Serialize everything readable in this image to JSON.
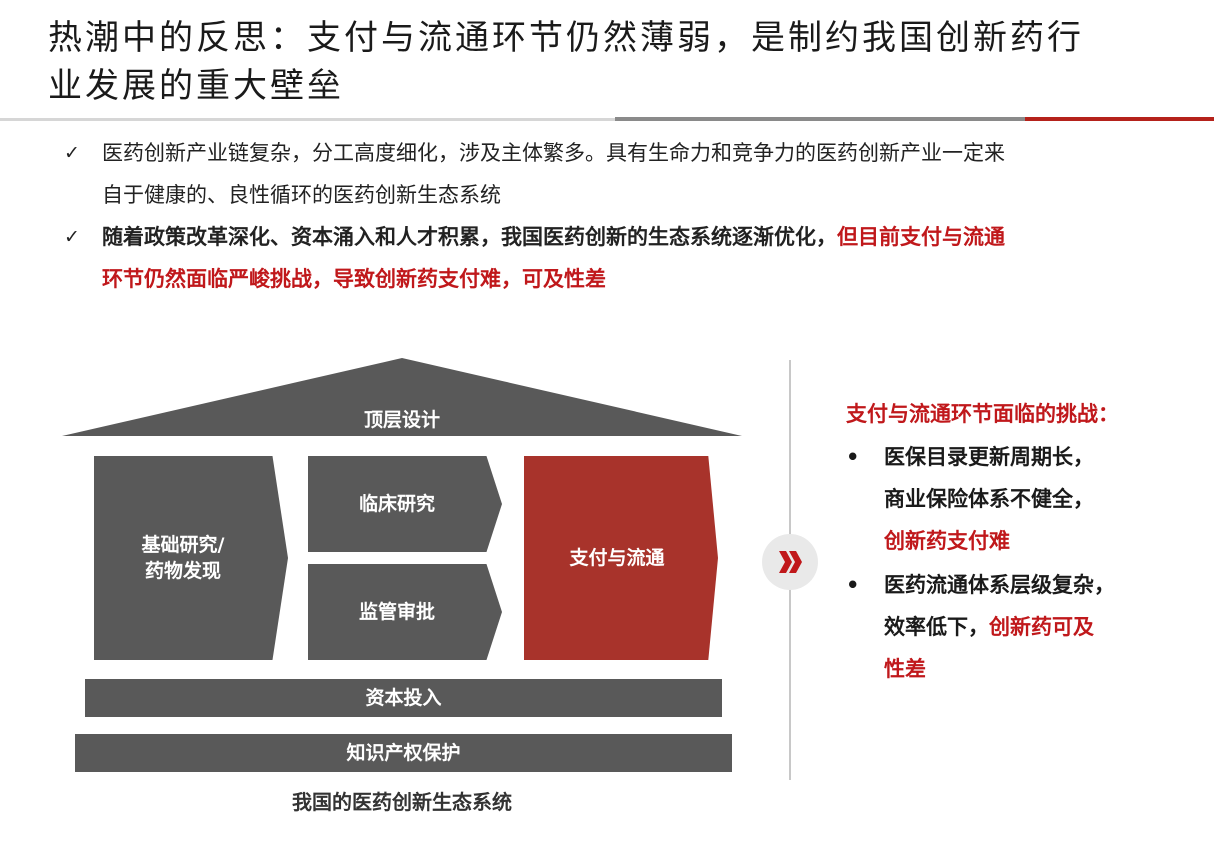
{
  "title": {
    "line1": "热潮中的反思：支付与流通环节仍然薄弱，是制约我国创新药行",
    "line2": "业发展的重大壁垒"
  },
  "bullets": [
    {
      "icon": "check-icon",
      "line1": "医药创新产业链复杂，分工高度细化，涉及主体繁多。具有生命力和竞争力的医药创新产业一定来",
      "line2": "自于健康的、良性循环的医药创新生态系统"
    },
    {
      "icon": "check-icon",
      "normal": "随着政策改革深化、资本涌入和人才积累，我国医药创新的生态系统逐渐优化，",
      "highlight1": "但目前支付与流通",
      "highlight2": "环节仍然面临严峻挑战，导致创新药支付难，可及性差"
    }
  ],
  "diagram": {
    "roof": "顶层设计",
    "basic_research_line1": "基础研究/",
    "basic_research_line2": "药物发现",
    "clinical": "临床研究",
    "regulatory": "监管审批",
    "payment": "支付与流通",
    "capital": "资本投入",
    "ip": "知识产权保护",
    "caption": "我国的医药创新生态系统",
    "colors": {
      "dark": "#595959",
      "red": "#a8332b"
    }
  },
  "challenges": {
    "heading": "支付与流通环节面临的挑战：",
    "items": [
      {
        "line1": "医保目录更新周期长，",
        "line2": "商业保险体系不健全，",
        "highlight": "创新药支付难"
      },
      {
        "line1": "医药流通体系层级复杂，",
        "line2_normal": "效率低下，",
        "line2_highlight": "创新药可及",
        "line3_highlight": "性差"
      }
    ],
    "icon": "double-chevron-right-icon",
    "accent": "#c0181b"
  }
}
